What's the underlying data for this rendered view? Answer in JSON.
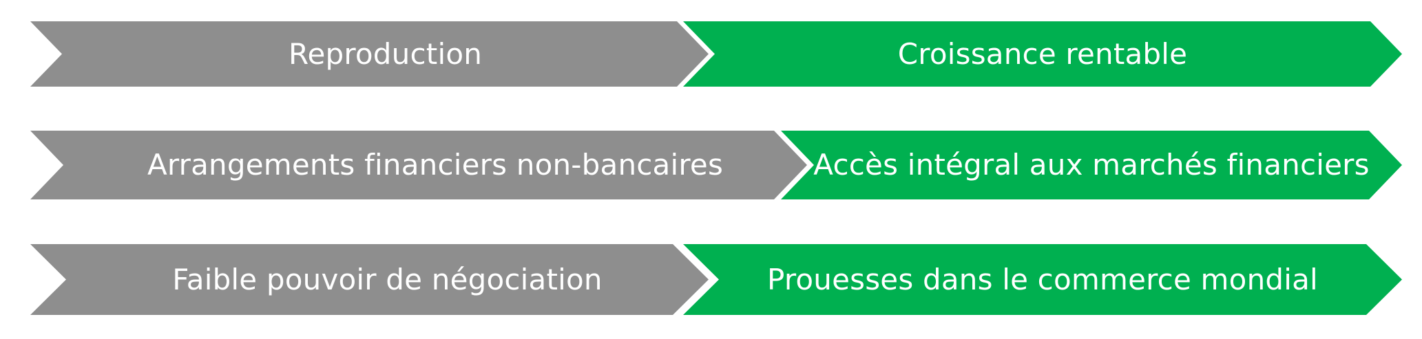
{
  "colors": {
    "grey": "#8e8e8e",
    "green": "#00b050",
    "background": "#ffffff"
  },
  "rows": [
    {
      "left_label": "Reproduction",
      "right_label": "Croissance rentable"
    },
    {
      "left_label": "Arrangements financiers non-bancaires",
      "right_label": "Accès intégral aux marchés financiers"
    },
    {
      "left_label": "Faible pouvoir de négociation",
      "right_label": "Prouesses dans le commerce mondial"
    }
  ]
}
